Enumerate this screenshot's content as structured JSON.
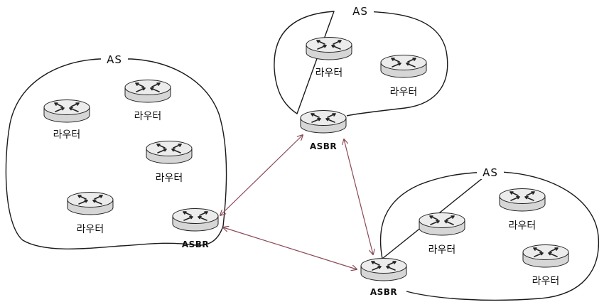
{
  "as_label": "AS",
  "router_label": "라우터",
  "asbr_label": "ASBR",
  "autonomous_systems": [
    {
      "id": "as-left",
      "title": "AS",
      "routers": [
        "라우터",
        "라우터",
        "라우터",
        "라우터"
      ],
      "border_router": "ASBR"
    },
    {
      "id": "as-top",
      "title": "AS",
      "routers": [
        "라우터",
        "라우터"
      ],
      "border_router": "ASBR"
    },
    {
      "id": "as-bottom-right",
      "title": "AS",
      "routers": [
        "라우터",
        "라우터",
        "라우터"
      ],
      "border_router": "ASBR"
    }
  ],
  "links": [
    {
      "from": "as-left ASBR",
      "to": "as-top ASBR"
    },
    {
      "from": "as-left ASBR",
      "to": "as-bottom-right ASBR"
    },
    {
      "from": "as-top ASBR",
      "to": "as-bottom-right ASBR"
    }
  ],
  "colors": {
    "link": "#8a4a55",
    "router_top": "#ececec",
    "router_side": "#d6d6d6",
    "outline": "#1a1a1a"
  }
}
